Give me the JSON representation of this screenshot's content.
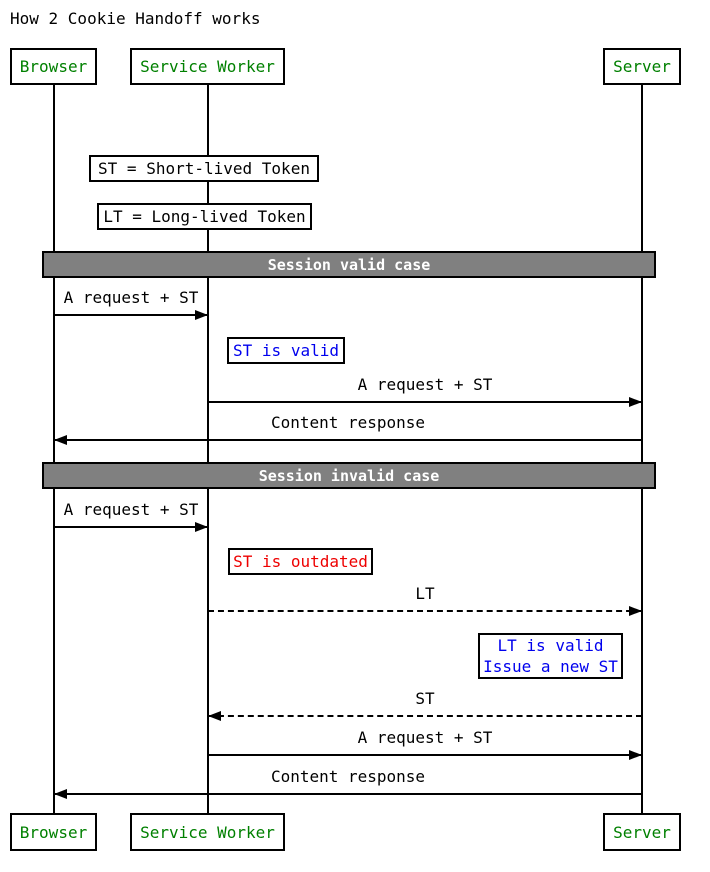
{
  "title": "How 2 Cookie Handoff works",
  "participants": [
    {
      "name": "Browser"
    },
    {
      "name": "Service Worker"
    },
    {
      "name": "Server"
    }
  ],
  "definitions": [
    {
      "text": "ST = Short-lived Token"
    },
    {
      "text": "LT = Long-lived Token"
    }
  ],
  "dividers": [
    {
      "label": "Session valid case"
    },
    {
      "label": "Session invalid case"
    }
  ],
  "messages": [
    {
      "label": "A request + ST",
      "from": "Browser",
      "to": "Service Worker",
      "style": "solid"
    },
    {
      "label": "A request + ST",
      "from": "Service Worker",
      "to": "Server",
      "style": "solid"
    },
    {
      "label": "Content response",
      "from": "Server",
      "to": "Browser",
      "style": "solid"
    },
    {
      "label": "A request + ST",
      "from": "Browser",
      "to": "Service Worker",
      "style": "solid"
    },
    {
      "label": "LT",
      "from": "Service Worker",
      "to": "Server",
      "style": "dashed"
    },
    {
      "label": "ST",
      "from": "Server",
      "to": "Service Worker",
      "style": "dashed"
    },
    {
      "label": "A request + ST",
      "from": "Service Worker",
      "to": "Server",
      "style": "solid"
    },
    {
      "label": "Content response",
      "from": "Server",
      "to": "Browser",
      "style": "solid"
    }
  ],
  "state_notes": [
    {
      "text": "ST is valid",
      "color": "#0000ff"
    },
    {
      "text": "ST is outdated",
      "color": "#ff0000"
    },
    {
      "line1": "LT is valid",
      "line2": "Issue a new ST",
      "color": "#0000ff"
    }
  ],
  "colors": {
    "participant_text": "#008000",
    "valid_text": "#0000ee",
    "error_text": "#ee0000",
    "divider_bg": "#808080",
    "divider_text": "#ffffff",
    "line": "#000000",
    "background": "#ffffff"
  }
}
